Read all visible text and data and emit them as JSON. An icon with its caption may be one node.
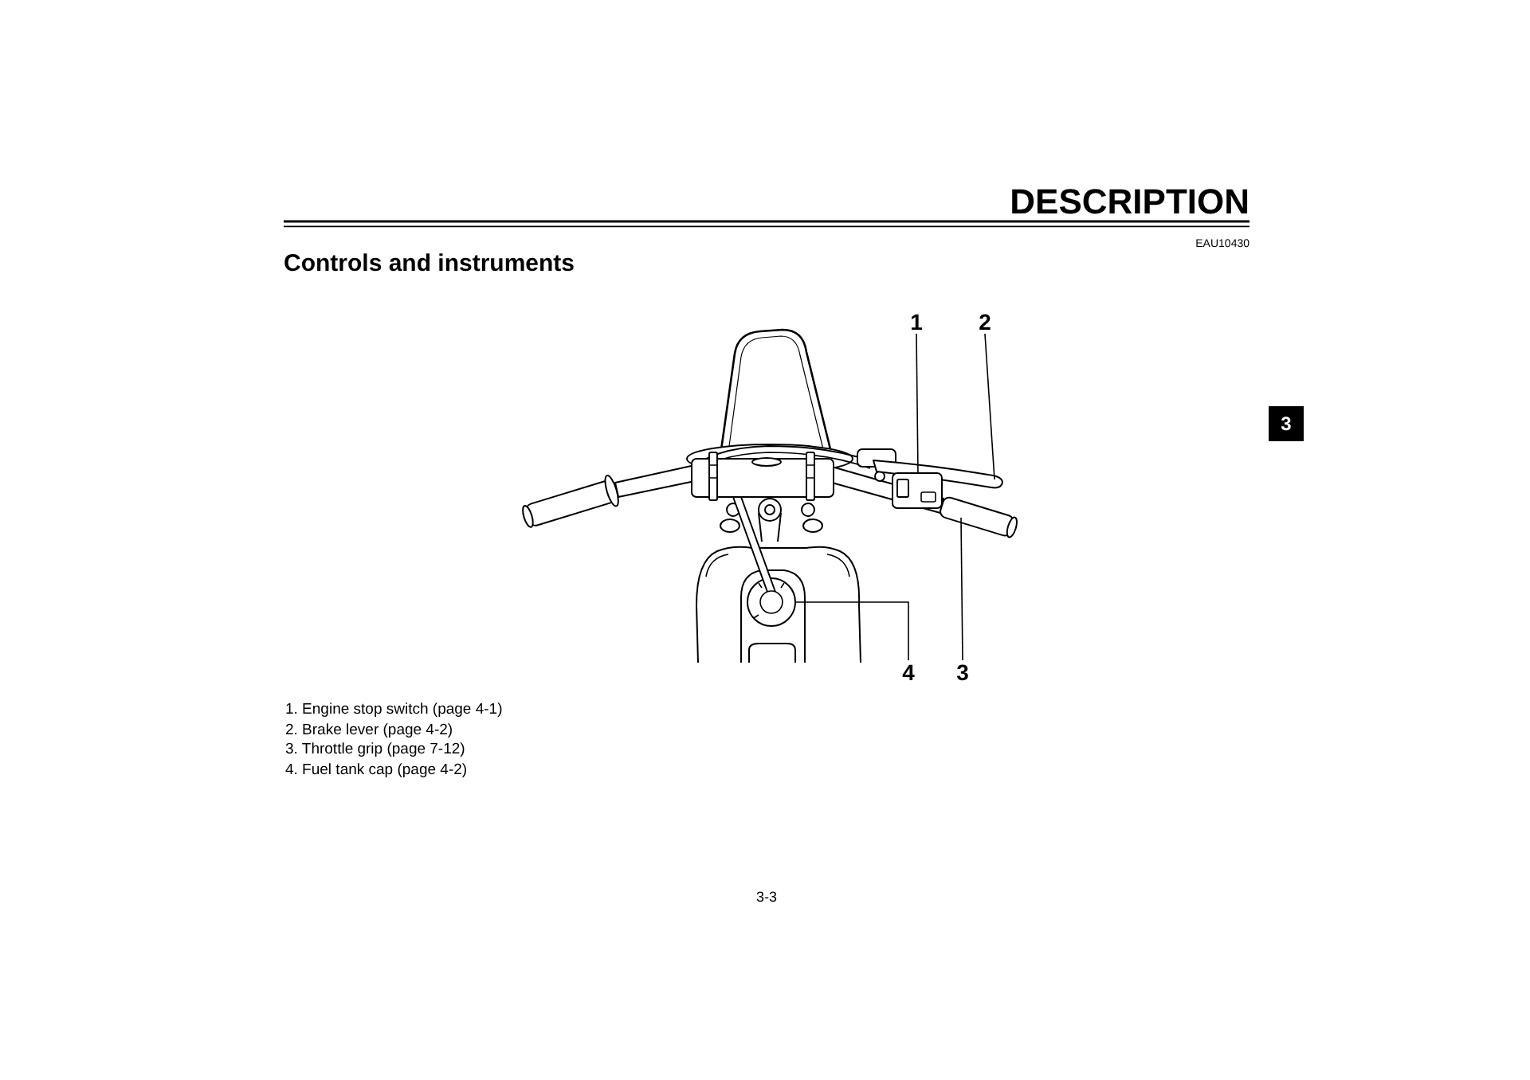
{
  "diagram": {
    "title": "Controls and instruments",
    "nodes": [
      {
        "text": [
          "1"
        ]
      },
      {
        "text": [
          "2"
        ]
      },
      {
        "text": [
          "3"
        ]
      },
      {
        "text": [
          "4"
        ]
      },
      {
        "text": [
          "3"
        ]
      }
    ],
    "edges": [
      {
        "from": 0,
        "to": null,
        "arrow": "none"
      },
      {
        "from": 1,
        "to": null,
        "arrow": "none"
      },
      {
        "from": 3,
        "to": null,
        "arrow": "none"
      },
      {
        "from": 4,
        "to": null,
        "arrow": "none"
      }
    ],
    "labels": [
      "DESCRIPTION",
      "EAU10430",
      "1. Engine stop switch (page 4-1)",
      "2. Brake lever (page 4-2)",
      "3. Throttle grip (page 7-12)",
      "4. Fuel tank cap (page 4-2)",
      "3-3"
    ]
  }
}
